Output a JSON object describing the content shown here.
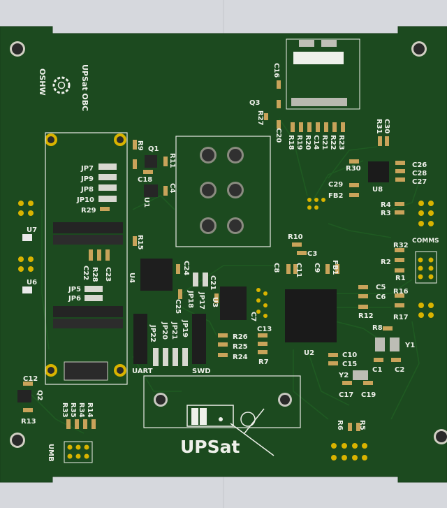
{
  "board": {
    "title": "UPSat OBC",
    "oshw": "OSHW",
    "logo_text": "UPSat",
    "colors": {
      "mask": "#1c4a1f",
      "silk": "#eef0ea",
      "gold": "#d9b300",
      "bg": "#d6d8dd"
    }
  },
  "labels": {
    "jp7": "JP7",
    "jp9": "JP9",
    "jp8": "JP8",
    "jp10": "JP10",
    "r29": "R29",
    "u7": "U7",
    "u6": "U6",
    "jp5": "JP5",
    "jp6": "JP6",
    "r9": "R9",
    "q1": "Q1",
    "c18": "C18",
    "u1": "U1",
    "r11": "R11",
    "c4": "C4",
    "r15": "R15",
    "u4": "U4",
    "c22": "C22",
    "r28": "R28",
    "c23": "C23",
    "c24": "C24",
    "c25": "C25",
    "jp18": "JP18",
    "jp17": "JP17",
    "c21": "C21",
    "u3": "U3",
    "jp22": "JP22",
    "jp20": "JP20",
    "jp21": "JP21",
    "jp19": "JP19",
    "uart": "UART",
    "swd": "SWD",
    "r26": "R26",
    "r25": "R25",
    "r24": "R24",
    "c7": "C7",
    "c13": "C13",
    "r7": "R7",
    "c16": "C16",
    "q3": "Q3",
    "r27": "R27",
    "c20": "C20",
    "r18": "R18",
    "r19": "R19",
    "r20": "R20",
    "c14": "C14",
    "r21": "R21",
    "r22": "R22",
    "r23": "R23",
    "r31": "R31",
    "c30": "C30",
    "r30": "R30",
    "c26": "C26",
    "c28": "C28",
    "c27": "C27",
    "c29": "C29",
    "fb2": "FB2",
    "u8": "U8",
    "r4": "R4",
    "r3": "R3",
    "r10": "R10",
    "c3": "C3",
    "c8": "C8",
    "c11": "C11",
    "c9": "C9",
    "fb1": "FB1",
    "comms": "COMMS",
    "r32": "R32",
    "r2": "R2",
    "r1": "R1",
    "c5": "C5",
    "c6": "C6",
    "r12": "R12",
    "r16": "R16",
    "r17": "R17",
    "u2": "U2",
    "r8": "R8",
    "y1": "Y1",
    "c1": "C1",
    "c2": "C2",
    "c10": "C10",
    "c15": "C15",
    "y2": "Y2",
    "c17": "C17",
    "c19": "C19",
    "c12": "C12",
    "q2": "Q2",
    "r13": "R13",
    "r33": "R33",
    "r35": "R35",
    "r34": "R34",
    "r14": "R14",
    "umb": "UMB",
    "r6": "R6",
    "r5": "R5"
  }
}
